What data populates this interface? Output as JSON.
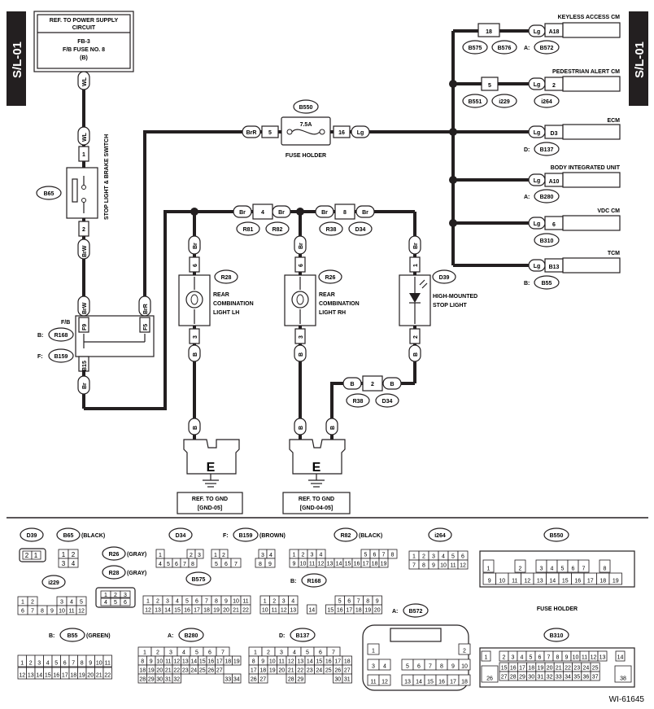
{
  "side_tab": "S/L-01",
  "power": {
    "title": "REF. TO POWER SUPPLY CIRCUIT",
    "line1": "FB-3",
    "line2": "F/B FUSE NO. 8",
    "line3": "(B)"
  },
  "switch": {
    "name": "STOP LIGHT & BRAKE SWITCH",
    "connector": "B65"
  },
  "fuse_holder": {
    "name": "FUSE HOLDER",
    "connector": "B550",
    "rating": "7.5A",
    "pin_left": "5",
    "pin_right": "16"
  },
  "lamps": {
    "lh": {
      "name": [
        "REAR",
        "COMBINATION",
        "LIGHT LH"
      ],
      "connector": "R28"
    },
    "rh": {
      "name": [
        "REAR",
        "COMBINATION",
        "LIGHT RH"
      ],
      "connector": "R26"
    },
    "high": {
      "name": [
        "HIGH-MOUNTED",
        "STOP LIGHT"
      ],
      "connector": "D39"
    }
  },
  "wire_colors": {
    "WL": "WL",
    "BrW": "BrW",
    "BrR": "BrR",
    "Br": "Br",
    "Lg": "Lg",
    "B": "B"
  },
  "fb": {
    "label": "F/B",
    "b_conn": "B:",
    "b_id": "R168",
    "f_conn": "F:",
    "f_id": "B159",
    "pin1": "F9",
    "pin2": "F5",
    "pin3": "B15"
  },
  "splices": [
    {
      "pin": "4",
      "a": "R81",
      "b": "R82"
    },
    {
      "pin": "8",
      "a": "R38",
      "b": "D34"
    },
    {
      "pin": "2",
      "a": "R38",
      "b": "D34"
    }
  ],
  "right_units": [
    {
      "name": "KEYLESS ACCESS CM",
      "prefix": "A:",
      "conn": "B572",
      "pin": "A18",
      "junction": "18",
      "ja": "B575",
      "jb": "B576"
    },
    {
      "name": "PEDESTRIAN ALERT CM",
      "prefix": "",
      "conn": "i264",
      "pin": "2",
      "junction": "5",
      "ja": "B551",
      "jb": "i229"
    },
    {
      "name": "ECM",
      "prefix": "D:",
      "conn": "B137",
      "pin": "D3"
    },
    {
      "name": "BODY INTEGRATED UNIT",
      "prefix": "A:",
      "conn": "B280",
      "pin": "A10"
    },
    {
      "name": "VDC CM",
      "prefix": "",
      "conn": "B310",
      "pin": "6"
    },
    {
      "name": "TCM",
      "prefix": "B:",
      "conn": "B55",
      "pin": "B13"
    }
  ],
  "ground": {
    "symbol": "E",
    "ref_title": "REF. TO GND",
    "left": "[GND-05]",
    "right": "[GND-04-05]"
  },
  "pins": {
    "p1": "1",
    "p2": "2",
    "p3": "3",
    "p6": "6"
  },
  "legend": {
    "d39": "D39",
    "b65": "B65",
    "b65_color": "(BLACK)",
    "d34": "D34",
    "b159_prefix": "F:",
    "b159": "B159",
    "b159_color": "(BROWN)",
    "r82": "R82",
    "r82_color": "(BLACK)",
    "i264": "i264",
    "b550": "B550",
    "fuse_holder": "FUSE HOLDER",
    "r26": "R26",
    "r26_color": "(GRAY)",
    "r28": "R28",
    "r28_color": "(GRAY)",
    "i229": "i229",
    "b575": "B575",
    "r168_prefix": "B:",
    "r168": "R168",
    "b572_prefix": "A:",
    "b572": "B572",
    "b55_prefix": "B:",
    "b55": "B55",
    "b55_color": "(GREEN)",
    "b280_prefix": "A:",
    "b280": "B280",
    "b137_prefix": "D:",
    "b137": "B137",
    "b310": "B310"
  },
  "figure_id": "WI-61645"
}
